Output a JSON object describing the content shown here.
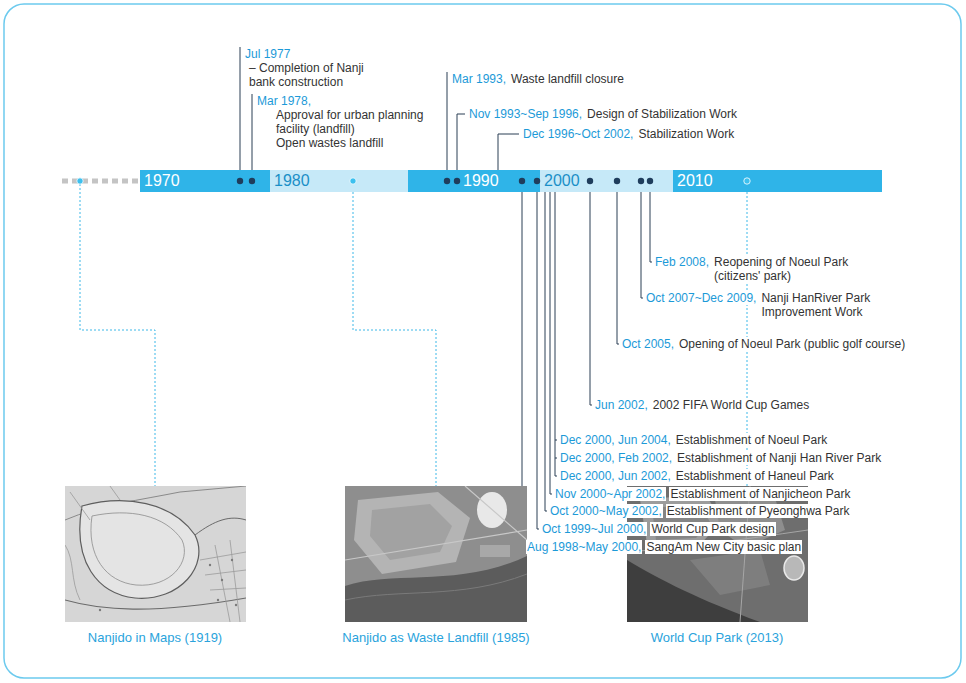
{
  "diagram": {
    "nodes": [
      {
        "text": [
          "1970"
        ]
      },
      {
        "text": [
          "1980"
        ]
      },
      {
        "text": [
          "1990"
        ]
      },
      {
        "text": [
          "2000"
        ]
      },
      {
        "text": [
          "2010"
        ]
      }
    ],
    "labels": [
      "Jul 1977",
      "– Completion of Nanji bank construction",
      "Mar 1978,",
      "Approval for urban planning facility (landfill)",
      "Open wastes landfill",
      "Mar 1993,",
      "Waste landfill closure",
      "Nov 1993~Sep 1996,",
      "Design of Stabilization Work",
      "Dec 1996~Oct 2002,",
      "Stabilization Work",
      "Feb 2008,",
      "Reopening of Noeul Park (citizens' park)",
      "Oct 2007~Dec 2009,",
      "Nanji HanRiver Park Improvement Work",
      "Oct 2005,",
      "Opening of Noeul Park (public golf course)",
      "Jun 2002,",
      "2002 FIFA World Cup Games",
      "Dec 2000, Jun 2004,",
      "Establishment of Noeul Park",
      "Dec 2000, Feb 2002,",
      "Establishment of Nanji Han River Park",
      "Dec 2000, Jun 2002,",
      "Establishment of Haneul Park",
      "Nov 2000~Apr 2002,",
      "Establishment of Nanjicheon Park",
      "Oct 2000~May 2002,",
      "Establishment of Pyeonghwa Park",
      "Oct 1999~Jul 2000,",
      "World Cup Park design",
      "Aug 1998~May 2000,",
      "SangAm New City basic plan",
      "Nanjido in Maps (1919)",
      "Nanjido as Waste Landfill (1985)",
      "World Cup Park (2013)"
    ]
  }
}
